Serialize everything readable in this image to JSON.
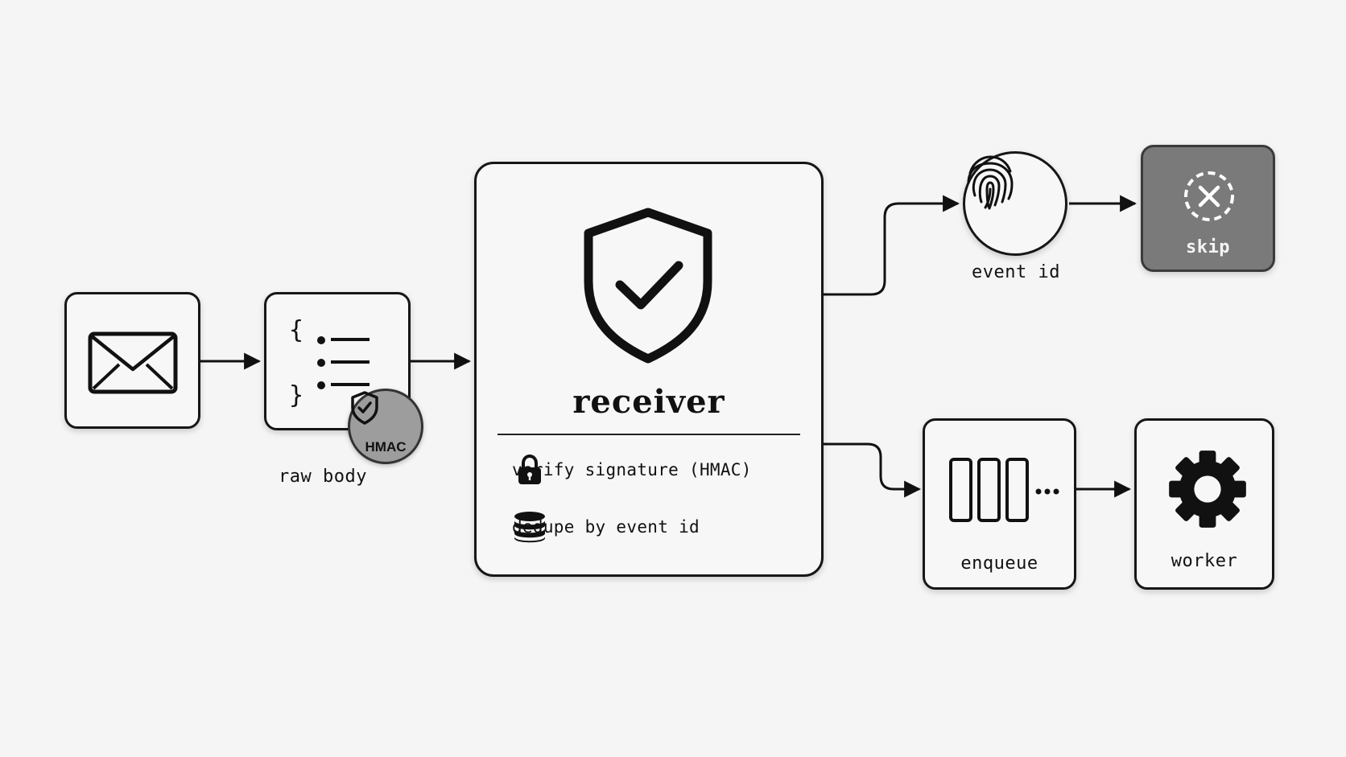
{
  "labels": {
    "raw_body": "raw body",
    "hmac_badge": "HMAC",
    "receiver_title": "receiver",
    "check_signature": "verify signature (HMAC)",
    "check_dedupe": "dedupe by event id",
    "event_id": "event id",
    "skip": "skip",
    "enqueue": "enqueue",
    "worker": "worker"
  },
  "icons": {
    "incoming": "envelope-icon",
    "payload": "json-list-icon",
    "hmac": "shield-check-icon",
    "receiver": "shield-check-icon",
    "signature": "lock-icon",
    "dedupe": "database-icon",
    "event_id": "fingerprint-icon",
    "skip": "x-circle-icon",
    "queue": "queue-icon",
    "worker": "gear-icon"
  },
  "colors": {
    "background": "#f5f5f5",
    "stroke": "#161616",
    "badge_fill": "#9d9d9d",
    "skip_fill": "#7a7a7a"
  }
}
